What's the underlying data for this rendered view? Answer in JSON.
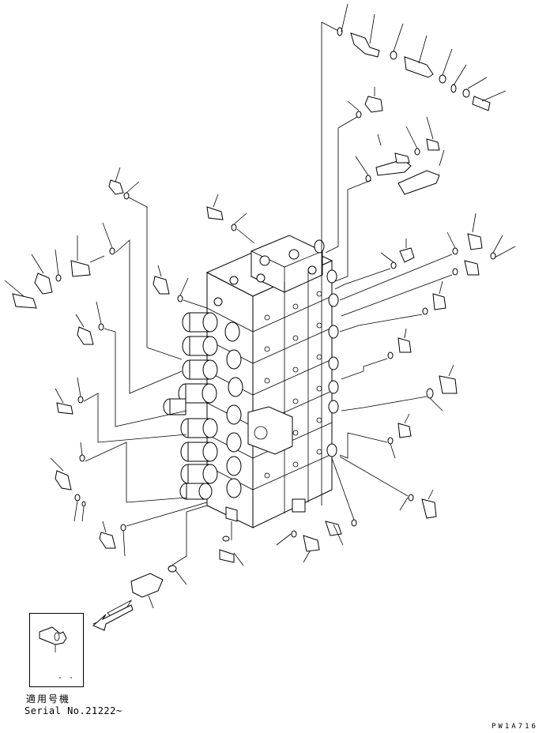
{
  "figure": {
    "applicability_label": "適用号機",
    "serial_label": "Serial No.21222~",
    "drawing_code": "PW1A716"
  }
}
